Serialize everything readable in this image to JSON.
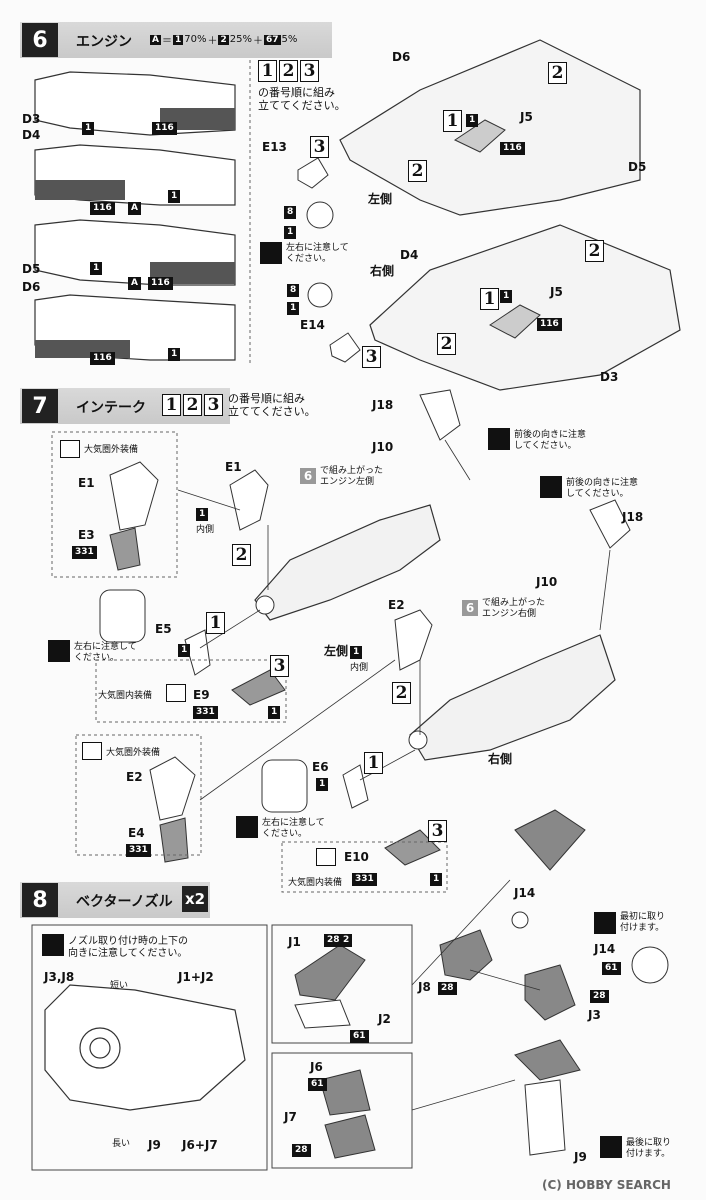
{
  "step6": {
    "number": "6",
    "title": "エンジン",
    "mix": {
      "chip_a": "A",
      "eq": "＝",
      "c1": "1",
      "p1": "70%",
      "plus1": "＋",
      "c2": "2",
      "p2": "25%",
      "plus2": "＋",
      "c3": "67",
      "p3": "5%"
    },
    "order_nums": [
      "1",
      "2",
      "3"
    ],
    "order_text_1": "の番号順に組み",
    "order_text_2": "立ててください。",
    "parts": {
      "d3": "D3",
      "d4": "D4",
      "d5": "D5",
      "d6": "D6",
      "d5b": "D5",
      "d6b": "D6",
      "e13": "E13",
      "e14": "E14",
      "j5a": "J5",
      "j5b": "J5",
      "d6r": "D6",
      "d5r": "D5",
      "d4r": "D4",
      "d3r": "D3"
    },
    "side_left": "左側",
    "side_right": "右側",
    "note_lr_1": "左右に注意して",
    "note_lr_2": "ください。",
    "colors": {
      "c1": "1",
      "c116": "116",
      "cA": "A",
      "c8": "8"
    },
    "nums": {
      "n1": "1",
      "n2": "2",
      "n3": "3"
    }
  },
  "step7": {
    "number": "7",
    "title": "インテーク",
    "order_nums": [
      "1",
      "2",
      "3"
    ],
    "order_text_1": "の番号順に組み",
    "order_text_2": "立ててください。",
    "outside_equip": "大気圏外装備",
    "inside_equip": "大気圏内装備",
    "inner_side": "内側",
    "engine_left_1": "で組み上がった",
    "engine_left_2": "エンジン左側",
    "engine_right_1": "で組み上がった",
    "engine_right_2": "エンジン右側",
    "ref6": "6",
    "front_back_1": "前後の向きに注意",
    "front_back_2": "してください。",
    "note_lr_1": "左右に注意して",
    "note_lr_2": "ください。",
    "side_left": "左側",
    "side_right": "右側",
    "parts": {
      "e1": "E1",
      "e1b": "E1",
      "e3": "E3",
      "e2": "E2",
      "e2b": "E2",
      "e4": "E4",
      "e5": "E5",
      "e6": "E6",
      "e9": "E9",
      "e10": "E10",
      "j18a": "J18",
      "j10a": "J10",
      "j18b": "J18",
      "j10b": "J10"
    },
    "colors": {
      "c1": "1",
      "c331": "331"
    },
    "nums": {
      "n1": "1",
      "n2": "2",
      "n3": "3"
    }
  },
  "step8": {
    "number": "8",
    "title": "ベクターノズル",
    "times": "x2",
    "note_1": "ノズル取り付け時の上下の",
    "note_2": "向きに注意してください。",
    "short": "短い",
    "long": "長い",
    "first_1": "最初に取り",
    "first_2": "付けます。",
    "last_1": "最後に取り",
    "last_2": "付けます。",
    "parts": {
      "j3j8": "J3,J8",
      "j1j2": "J1+J2",
      "j9": "J9",
      "j6j7": "J6+J7",
      "j1": "J1",
      "j2": "J2",
      "j6": "J6",
      "j7": "J7",
      "j14": "J14",
      "j14b": "J14",
      "j8": "J8",
      "j3": "J3",
      "j9b": "J9"
    },
    "colors": {
      "c28": "28",
      "c2": "2",
      "c61": "61"
    }
  },
  "watermark": "(C) HOBBY SEARCH"
}
